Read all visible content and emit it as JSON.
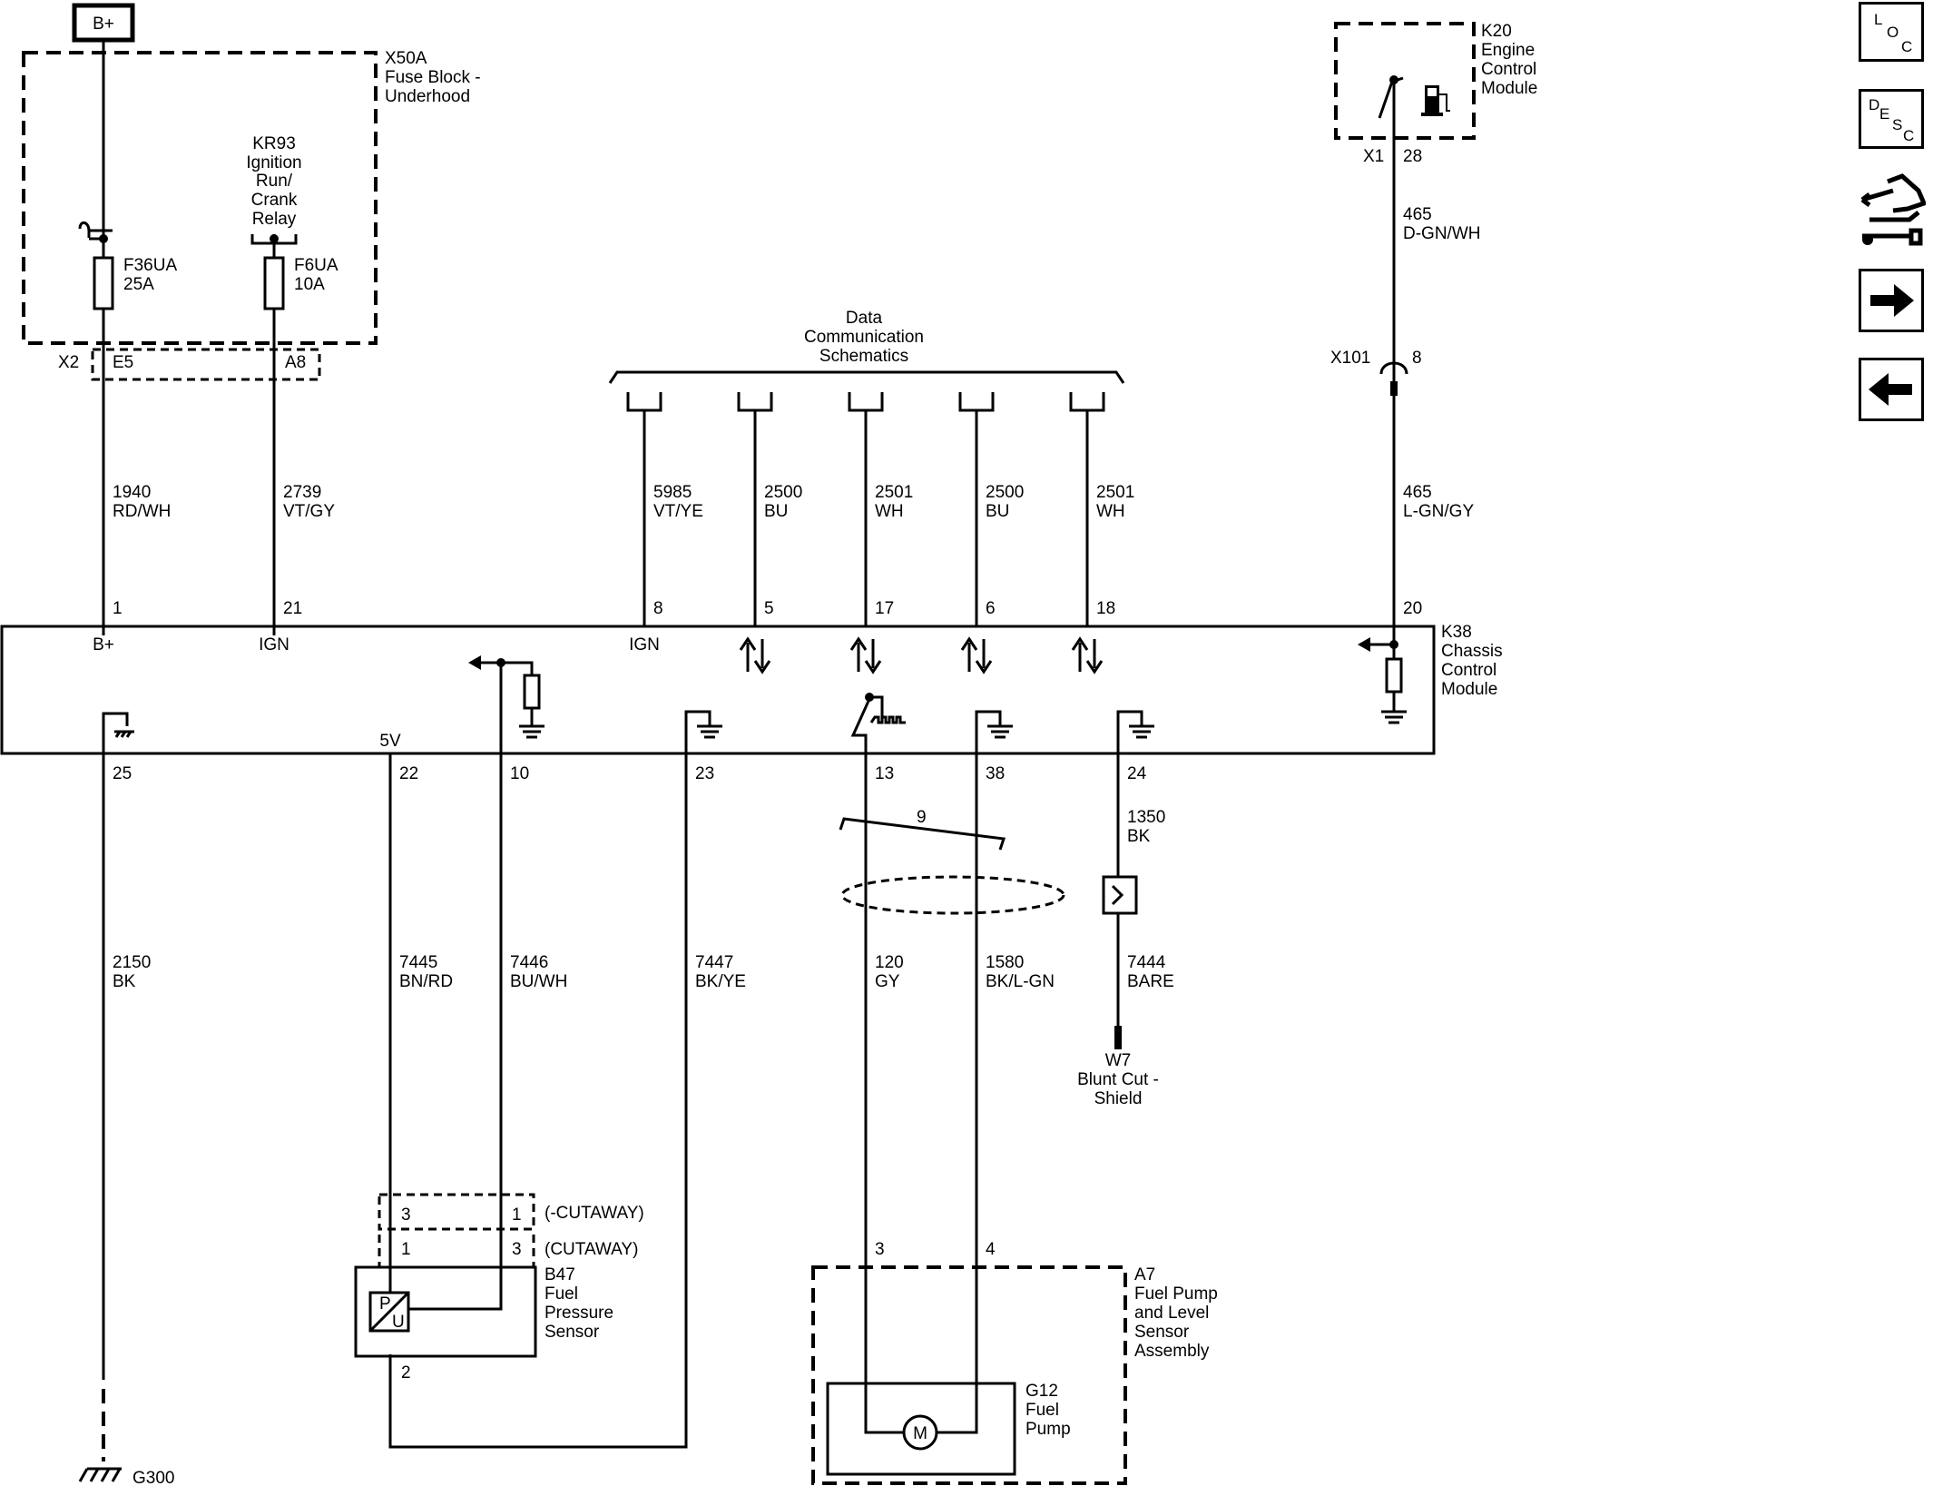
{
  "supply": {
    "bplus": "B+"
  },
  "fuse_block": {
    "id": "X50A",
    "name_l1": "Fuse Block -",
    "name_l2": "Underhood",
    "relay_l1": "KR93",
    "relay_l2": "Ignition",
    "relay_l3": "Run/",
    "relay_l4": "Crank",
    "relay_l5": "Relay",
    "fuse1_name": "F36UA",
    "fuse1_rating": "25A",
    "fuse2_name": "F6UA",
    "fuse2_rating": "10A",
    "connector": "X2",
    "pin1": "E5",
    "pin2": "A8"
  },
  "ecm": {
    "id": "K20",
    "name_l1": "Engine",
    "name_l2": "Control",
    "name_l3": "Module",
    "connector": "X1",
    "pin": "28"
  },
  "inline": {
    "id": "X101",
    "pin": "8"
  },
  "data_comm": {
    "l1": "Data",
    "l2": "Communication",
    "l3": "Schematics"
  },
  "ccm": {
    "id": "K38",
    "name_l1": "Chassis",
    "name_l2": "Control",
    "name_l3": "Module",
    "label_bplus": "B+",
    "label_ign1": "IGN",
    "label_ign2": "IGN",
    "label_5v": "5V",
    "top_pins": [
      "1",
      "21",
      "8",
      "5",
      "17",
      "6",
      "18",
      "20"
    ],
    "bottom_pins": [
      "25",
      "22",
      "10",
      "23",
      "13",
      "38",
      "24"
    ]
  },
  "wires": {
    "w1940": {
      "circuit": "1940",
      "color": "RD/WH"
    },
    "w2739": {
      "circuit": "2739",
      "color": "VT/GY"
    },
    "w5985": {
      "circuit": "5985",
      "color": "VT/YE"
    },
    "w2500a": {
      "circuit": "2500",
      "color": "BU"
    },
    "w2501a": {
      "circuit": "2501",
      "color": "WH"
    },
    "w2500b": {
      "circuit": "2500",
      "color": "BU"
    },
    "w2501b": {
      "circuit": "2501",
      "color": "WH"
    },
    "w465a": {
      "circuit": "465",
      "color": "D-GN/WH"
    },
    "w465b": {
      "circuit": "465",
      "color": "L-GN/GY"
    },
    "w2150": {
      "circuit": "2150",
      "color": "BK"
    },
    "w7445": {
      "circuit": "7445",
      "color": "BN/RD"
    },
    "w7446": {
      "circuit": "7446",
      "color": "BU/WH"
    },
    "w7447": {
      "circuit": "7447",
      "color": "BK/YE"
    },
    "w120": {
      "circuit": "120",
      "color": "GY"
    },
    "w1580": {
      "circuit": "1580",
      "color": "BK/L-GN"
    },
    "w1350": {
      "circuit": "1350",
      "color": "BK"
    },
    "w7444": {
      "circuit": "7444",
      "color": "BARE"
    }
  },
  "twist": {
    "label": "9"
  },
  "shield": {
    "id": "W7",
    "l1": "Blunt Cut -",
    "l2": "Shield"
  },
  "ground": {
    "id": "G300"
  },
  "sensor": {
    "cut_neg": "(-CUTAWAY)",
    "cut_pos": "(CUTAWAY)",
    "pin_a": "3",
    "pin_b": "1",
    "pin_c": "1",
    "pin_d": "3",
    "pin_e": "2",
    "id": "B47",
    "l1": "Fuel",
    "l2": "Pressure",
    "l3": "Sensor",
    "sym_p": "P",
    "sym_u": "U"
  },
  "pump_assy": {
    "id": "A7",
    "l1": "Fuel Pump",
    "l2": "and Level",
    "l3": "Sensor",
    "l4": "Assembly",
    "pin3": "3",
    "pin4": "4",
    "pump_id": "G12",
    "pump_l1": "Fuel",
    "pump_l2": "Pump",
    "motor": "M"
  },
  "nav": {
    "loc_l": "L",
    "loc_o": "O",
    "loc_c": "C",
    "desc_d": "D",
    "desc_e": "E",
    "desc_s": "S",
    "desc_c": "C"
  },
  "icons": [
    "connector-info-icon",
    "right-arrow-icon",
    "left-arrow-icon"
  ]
}
